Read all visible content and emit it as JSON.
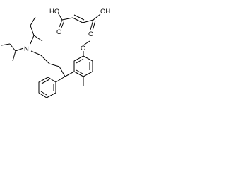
{
  "molecule": {
    "atom_labels": {
      "nitrogen": "N",
      "methoxy_oxygen": "O",
      "acid_left_carbonyl_o": "O",
      "acid_left_hydroxyl": "HO",
      "acid_right_carbonyl_o": "O",
      "acid_right_hydroxyl": "OH"
    }
  },
  "colors": {
    "bond": "#000000",
    "background": "#ffffff"
  }
}
